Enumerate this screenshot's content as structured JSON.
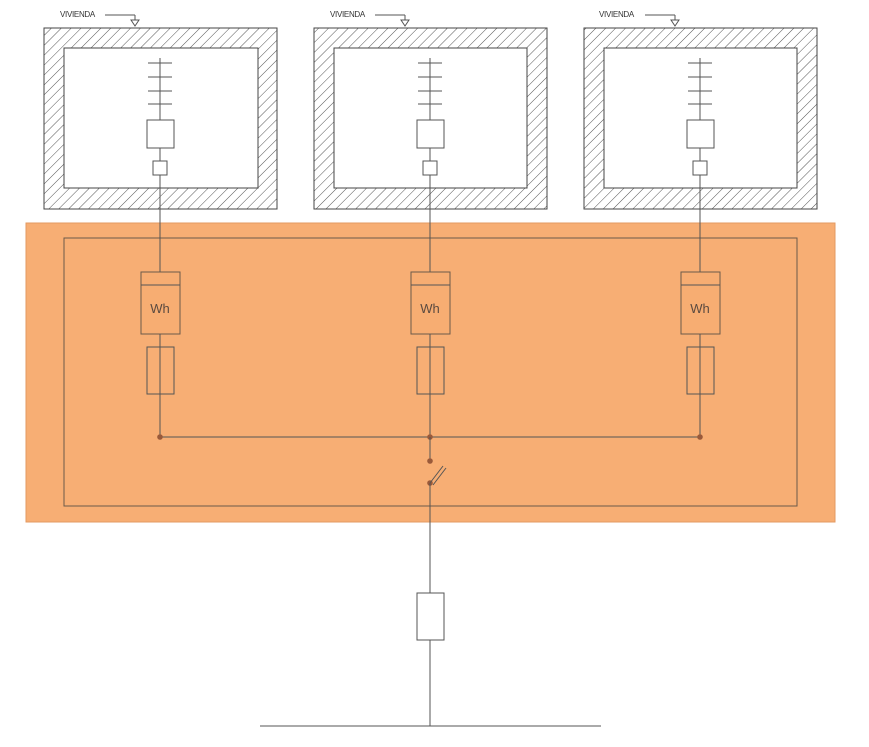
{
  "colors": {
    "panel_fill": "#f7ae74",
    "panel_border": "#d98a55",
    "line": "#555555",
    "node": "#9a5a3a"
  },
  "dwellings": [
    {
      "label": "VIVIENDA"
    },
    {
      "label": "VIVIENDA"
    },
    {
      "label": "VIVIENDA"
    }
  ],
  "meters": [
    {
      "label": "Wh"
    },
    {
      "label": "Wh"
    },
    {
      "label": "Wh"
    }
  ]
}
